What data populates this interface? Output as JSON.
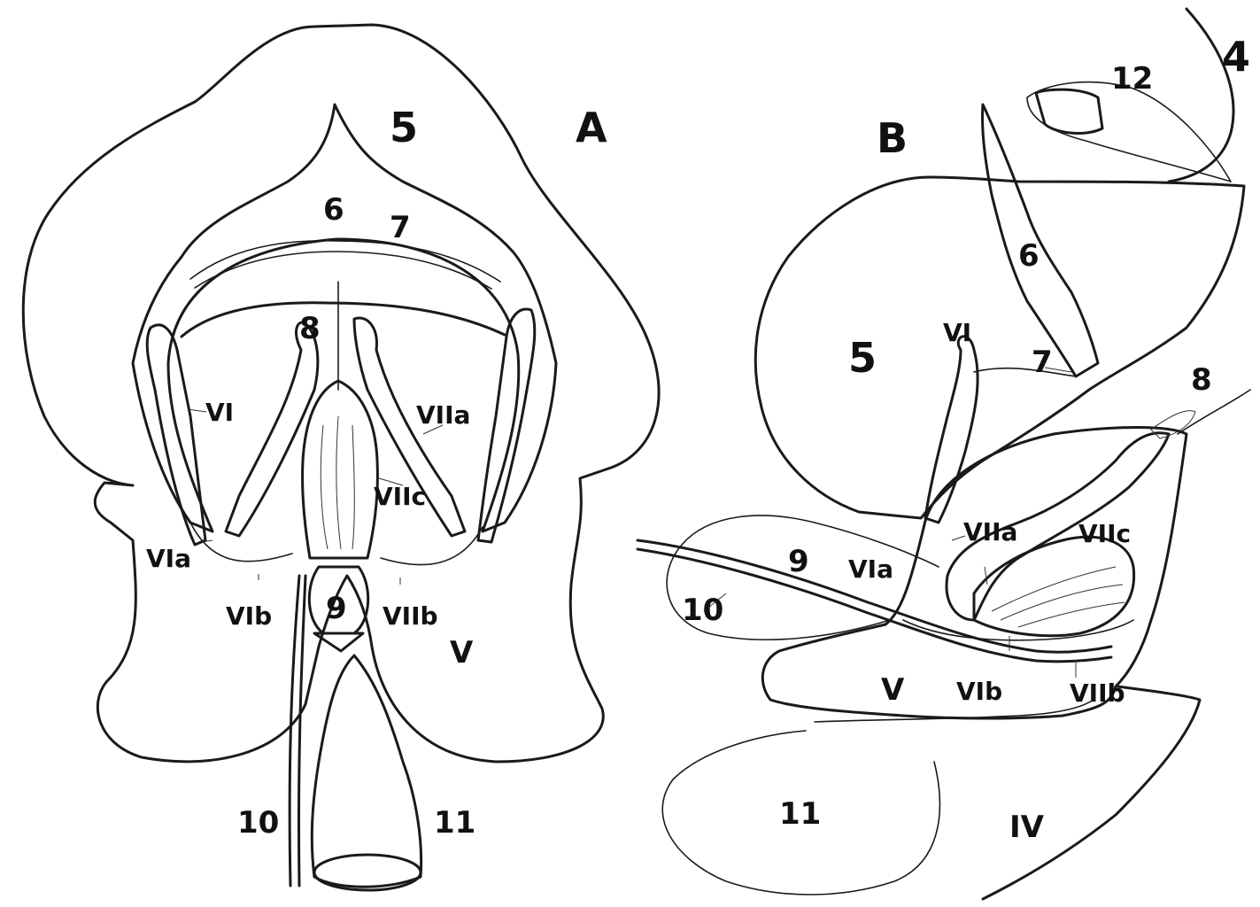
{
  "panels": [
    {
      "id": "A",
      "title": "A",
      "labels": [
        "5",
        "6",
        "7",
        "8",
        "VI",
        "VIIa",
        "VIIc",
        "VIa",
        "VIb",
        "VIIb",
        "9",
        "V",
        "10",
        "11"
      ]
    },
    {
      "id": "B",
      "title": "B",
      "labels": [
        "4",
        "12",
        "6",
        "5",
        "VI",
        "7",
        "8",
        "VIIa",
        "VIIc",
        "9",
        "VIa",
        "10",
        "VIb",
        "VIIb",
        "V",
        "11",
        "IV"
      ]
    }
  ],
  "colors": {
    "ink": "#1a1a1a",
    "paper": "#ffffff"
  }
}
